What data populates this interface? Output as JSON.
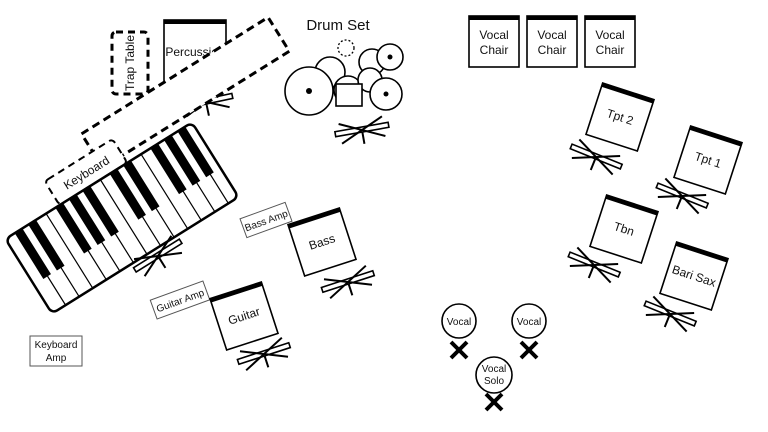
{
  "stage_plot": {
    "drum_set_label": "Drum Set",
    "trap_table_label": "Trap Table",
    "percussion_label": "Percussion",
    "keyboard_label": "Keyboard",
    "keyboard_amp_label": [
      "Keyboard",
      "Amp"
    ],
    "bass_amp_label": "Bass Amp",
    "guitar_amp_label": "Guitar Amp",
    "bass_label": "Bass",
    "guitar_label": "Guitar",
    "vocal_chairs": [
      [
        "Vocal",
        "Chair"
      ],
      [
        "Vocal",
        "Chair"
      ],
      [
        "Vocal",
        "Chair"
      ]
    ],
    "horns": [
      "Tpt 2",
      "Tpt 1",
      "Tbn",
      "Bari Sax"
    ],
    "vocals": {
      "left": "Vocal",
      "right": "Vocal",
      "solo": [
        "Vocal",
        "Solo"
      ]
    }
  },
  "colors": {
    "ink": "#000000",
    "background": "#ffffff"
  }
}
